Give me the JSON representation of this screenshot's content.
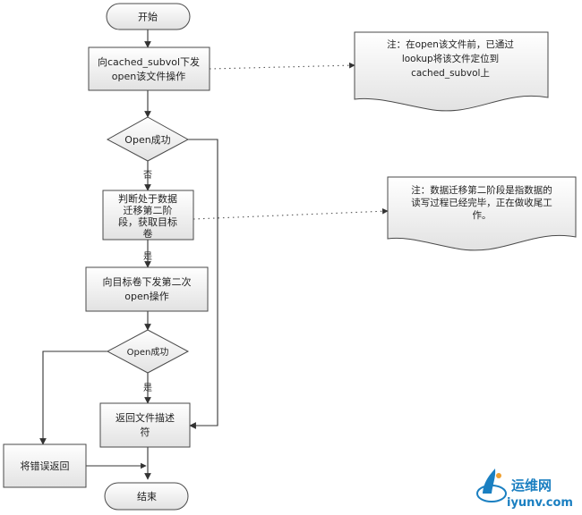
{
  "flowchart": {
    "nodes": {
      "start": {
        "lines": [
          "开始"
        ]
      },
      "send_open": {
        "lines": [
          "向cached_subvol下发",
          "open该文件操作"
        ]
      },
      "open_ok_1": {
        "lines": [
          "Open成功"
        ]
      },
      "judge_stage": {
        "lines": [
          "判断处于数据",
          "迁移第二阶",
          "段，获取目标",
          "卷"
        ]
      },
      "send_second_open": {
        "lines": [
          "向目标卷下发第二次",
          "open操作"
        ]
      },
      "open_ok_2": {
        "lines": [
          "Open成功"
        ]
      },
      "return_fd": {
        "lines": [
          "返回文件描述",
          "符"
        ]
      },
      "return_error": {
        "lines": [
          "将错误返回"
        ]
      },
      "end": {
        "lines": [
          "结束"
        ]
      }
    },
    "edge_labels": {
      "no": "否",
      "yes_1": "是",
      "yes_2": "是"
    },
    "notes": {
      "note_1": {
        "lines": [
          "注：在open该文件前，已通过",
          "lookup将该文件定位到",
          "cached_subvol上"
        ]
      },
      "note_2": {
        "lines": [
          "注：数据迁移第二阶段是指数据的",
          "读写过程已经完毕，正在做收尾工",
          "作。"
        ]
      }
    }
  },
  "watermark": {
    "line1": "运维网",
    "line2": "iyunv.com"
  },
  "colors": {
    "stroke": "#4a4a4a",
    "fill_top": "#ffffff",
    "fill_bottom": "#e4e4e4",
    "watermark": "#1a7fc1"
  }
}
